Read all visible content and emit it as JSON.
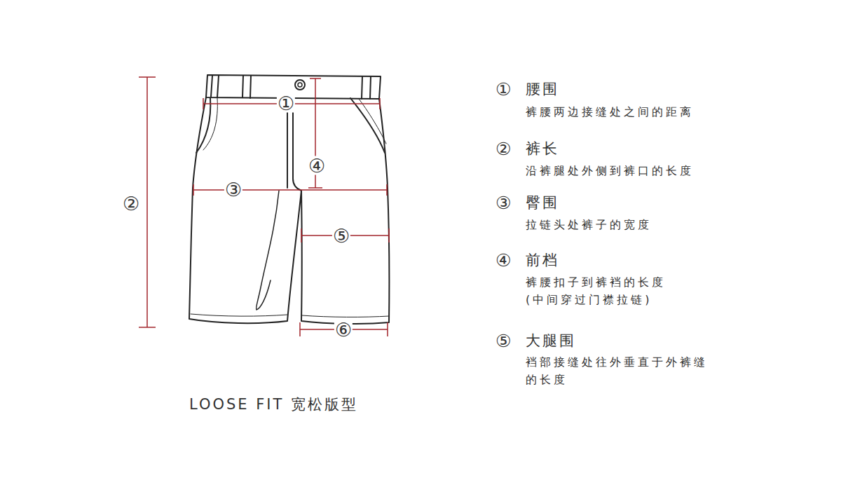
{
  "diagram": {
    "caption": "LOOSE FIT 宽松版型",
    "labels": [
      "①",
      "④",
      "②",
      "③",
      "⑤",
      "⑥",
      "①",
      "腰围",
      "裤腰两边接缝处之间的距离",
      "②",
      "裤长",
      "沿裤腿处外侧到裤口的长度",
      "③",
      "臀围",
      "拉链头处裤子的宽度",
      "④",
      "前档",
      "裤腰扣子到裤裆的长度 (中间穿过门襟拉链)",
      "⑤",
      "大腿围",
      "裆部接缝处往外垂直于外裤缝的长度"
    ]
  }
}
